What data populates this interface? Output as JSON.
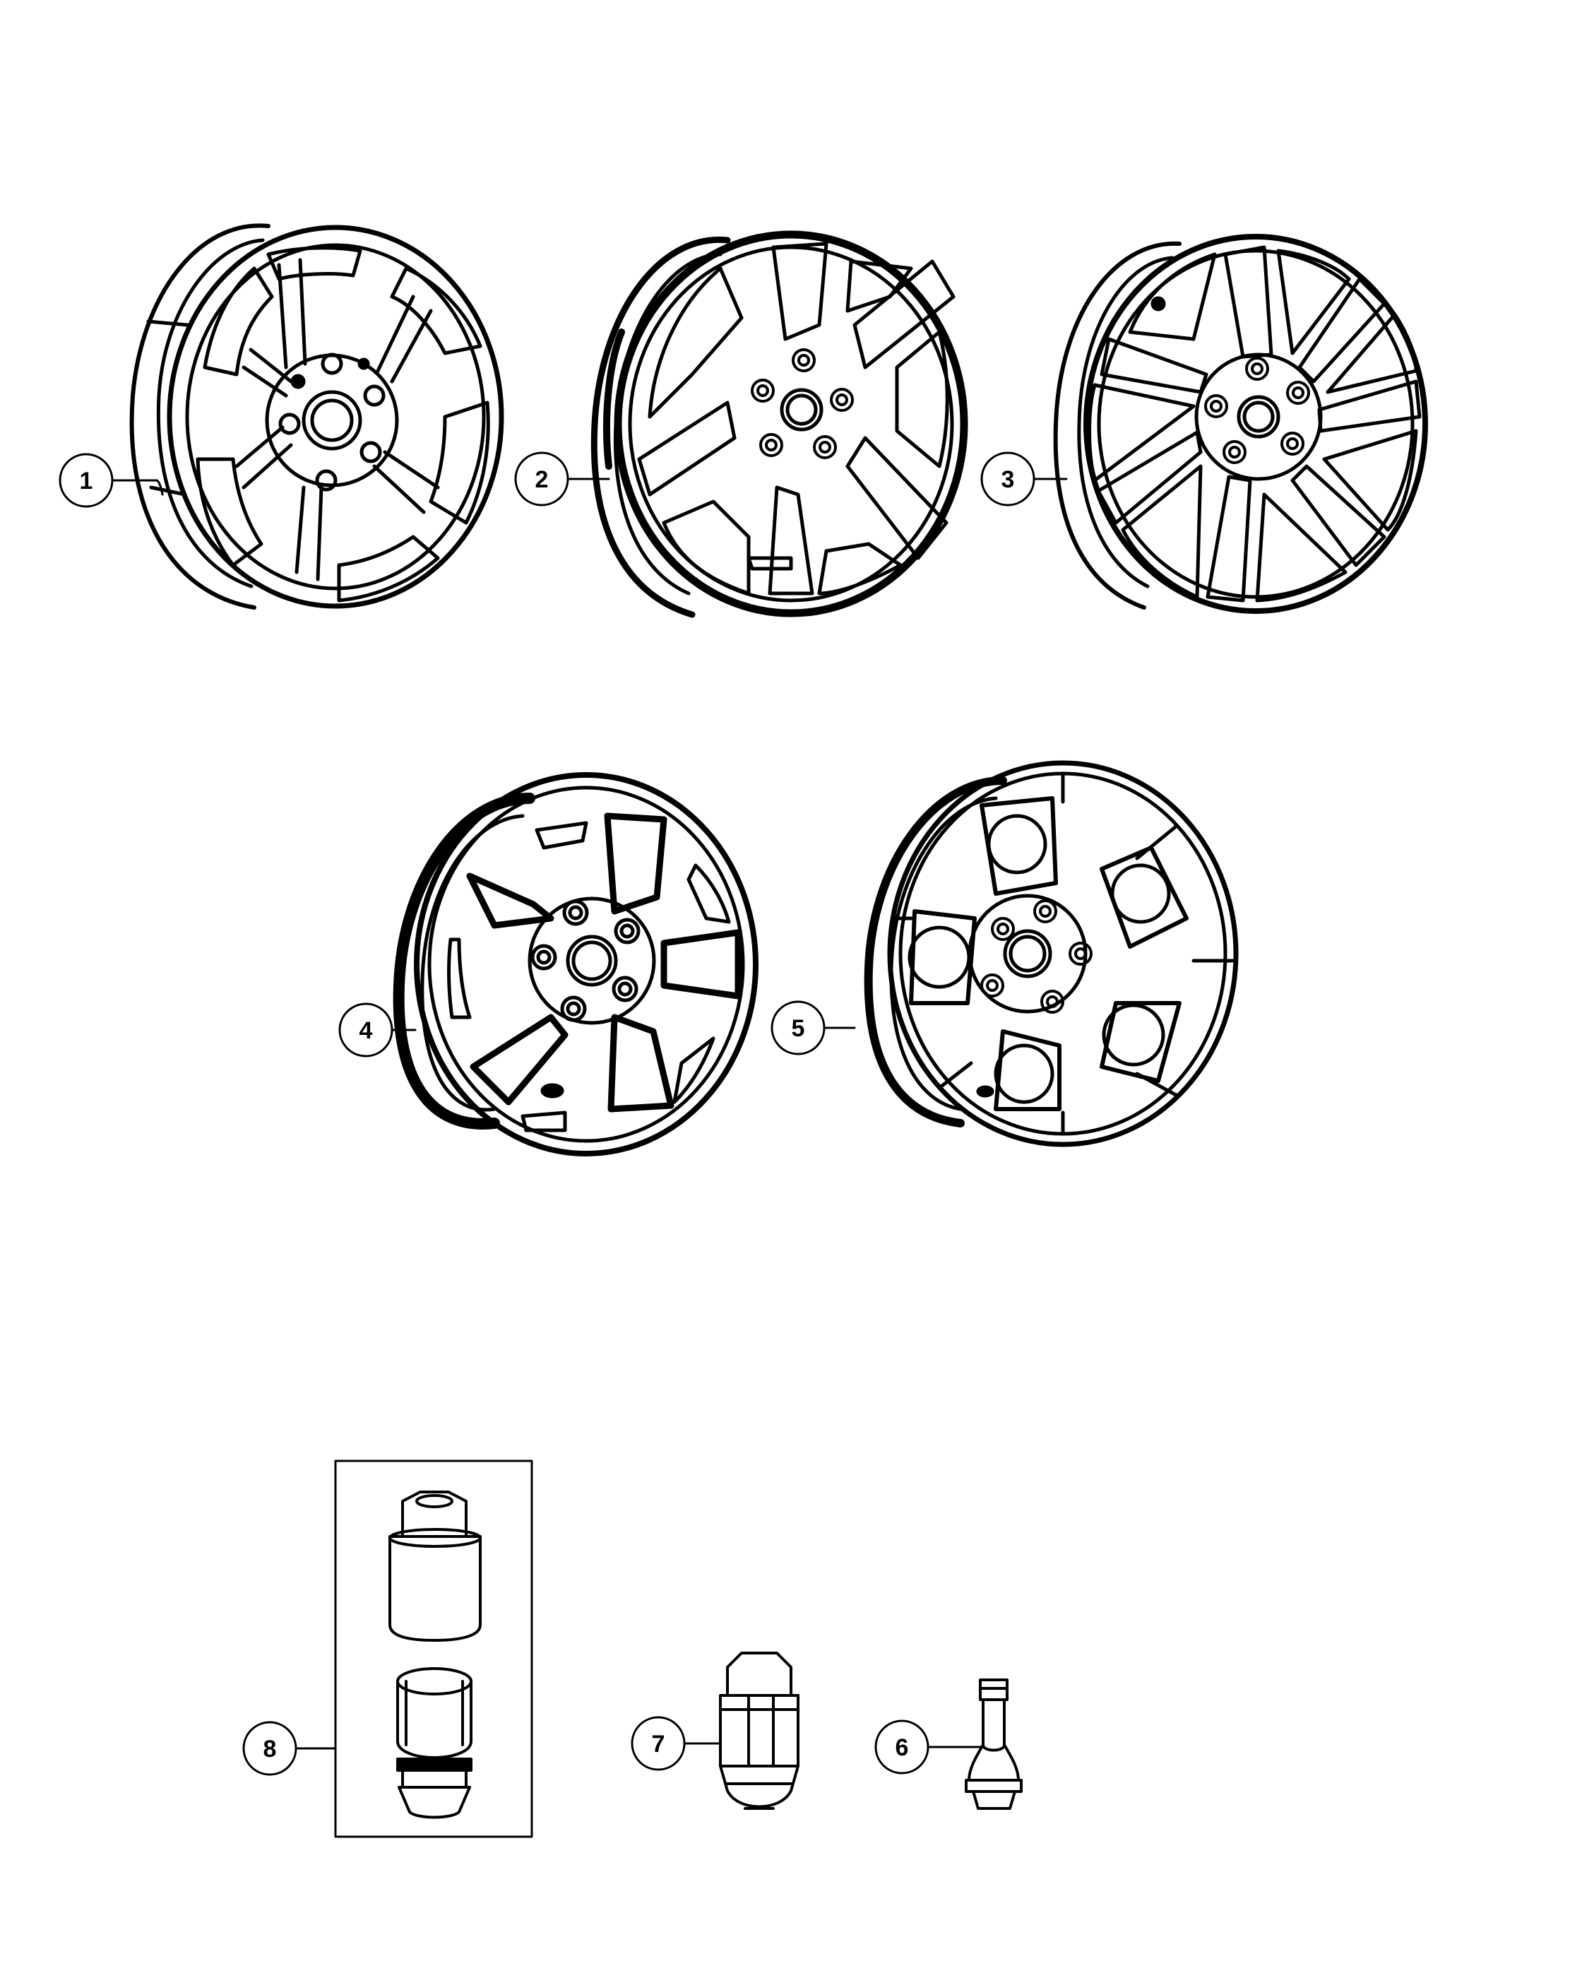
{
  "callouts": [
    {
      "id": "1",
      "label": "1"
    },
    {
      "id": "2",
      "label": "2"
    },
    {
      "id": "3",
      "label": "3"
    },
    {
      "id": "4",
      "label": "4"
    },
    {
      "id": "5",
      "label": "5"
    },
    {
      "id": "6",
      "label": "6"
    },
    {
      "id": "7",
      "label": "7"
    },
    {
      "id": "8",
      "label": "8"
    }
  ],
  "parts": [
    {
      "callout": "1",
      "icon": "six-spoke-steel-wheel"
    },
    {
      "callout": "2",
      "icon": "five-spoke-alloy-wheel"
    },
    {
      "callout": "3",
      "icon": "seven-spoke-alloy-wheel"
    },
    {
      "callout": "4",
      "icon": "five-window-steel-wheel"
    },
    {
      "callout": "5",
      "icon": "five-pocket-alloy-wheel"
    },
    {
      "callout": "6",
      "icon": "valve-stem"
    },
    {
      "callout": "7",
      "icon": "lug-nut"
    },
    {
      "callout": "8",
      "icon": "wheel-lock-kit"
    }
  ],
  "colors": {
    "ink": "#000000",
    "paper": "#ffffff"
  }
}
